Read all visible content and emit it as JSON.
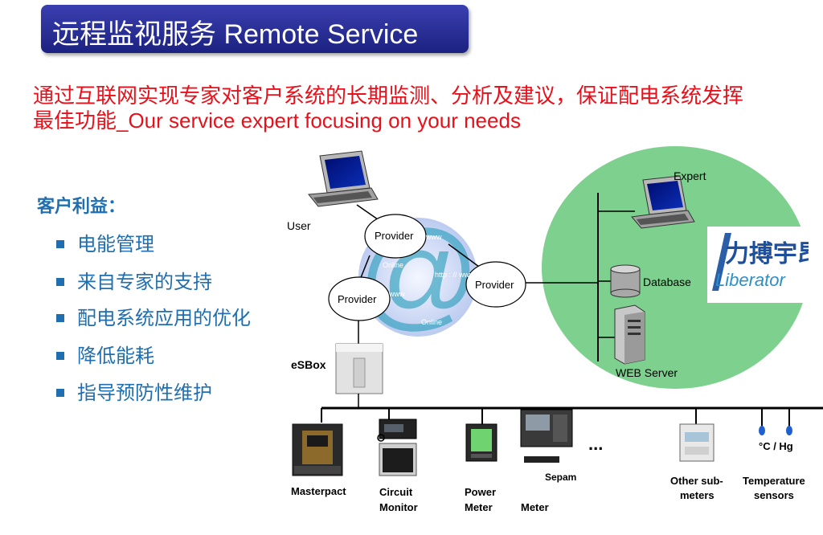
{
  "title": "远程监视服务 Remote Service",
  "subtitle_line1": "通过互联网实现专家对客户系统的长期监测、分析及建议，保证配电系统发挥",
  "subtitle_line2": "最佳功能_Our service expert focusing on your needs",
  "benefits": {
    "heading": "客户利益：",
    "items": [
      "电能管理",
      "来自专家的支持",
      "配电系统应用的优化",
      "降低能耗",
      "指导预防性维护"
    ]
  },
  "diagram": {
    "user": "User",
    "provider": "Provider",
    "www": "www",
    "online": "Online",
    "http": "http : // www",
    "esbox": "eSBox",
    "expert": "Expert",
    "database": "Database",
    "web_server": "WEB Server",
    "ellipsis": "...",
    "devices": {
      "masterpact": "Masterpact",
      "circuit": "Circuit",
      "monitor": "Monitor",
      "power": "Power",
      "meter": "Meter",
      "sepam": "Sepam",
      "meter2": "Meter",
      "other1": "Other sub-",
      "other2": "meters",
      "temp1": "Temperature",
      "temp2": "sensors",
      "temp_unit": "°C / Hg"
    },
    "logo_cn": "力搏宇昂",
    "logo_en": "Liberator"
  },
  "colors": {
    "title_bg": "#252b95",
    "subtitle": "#e8101a",
    "benefits": "#1f6fb0",
    "green": "#7dd08d",
    "internet": "#c8d4f4"
  }
}
